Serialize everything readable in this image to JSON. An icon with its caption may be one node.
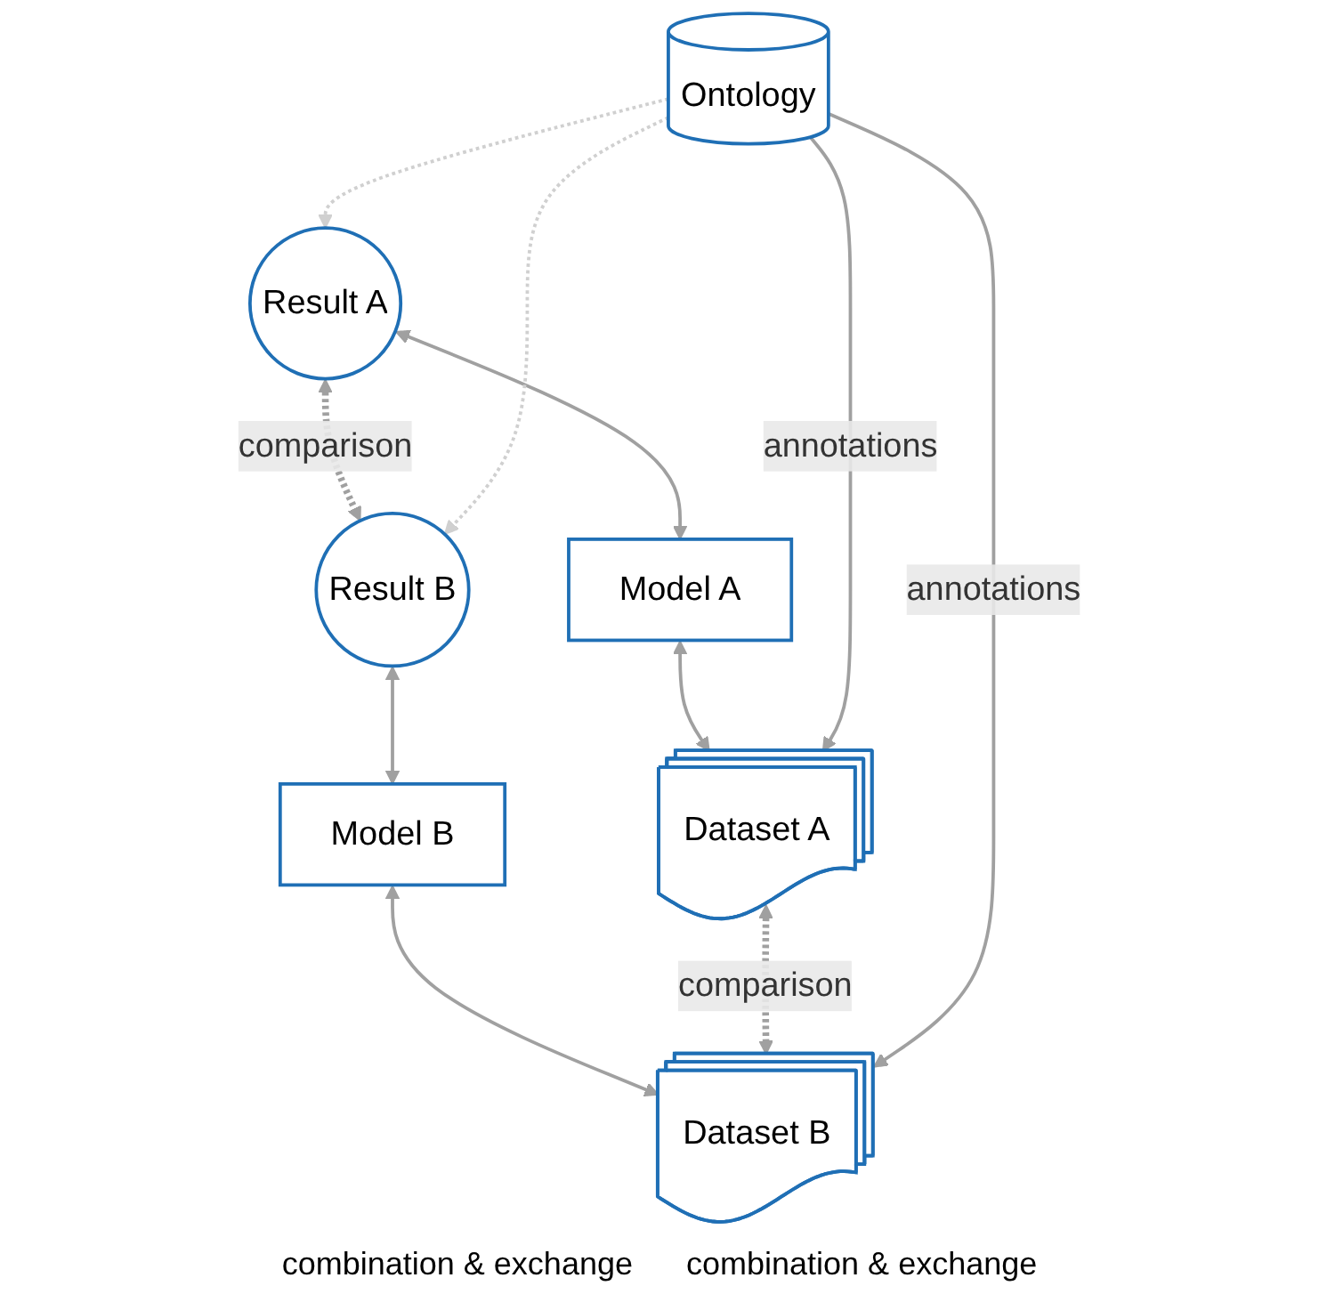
{
  "diagram": {
    "nodes": [
      {
        "text": [
          "Result A"
        ]
      },
      {
        "text": [
          "Result B"
        ]
      },
      {
        "text": [
          "Model A"
        ]
      },
      {
        "text": [
          "Model B"
        ]
      },
      {
        "text": [
          "Dataset A"
        ]
      },
      {
        "text": [
          "Dataset B"
        ]
      },
      {
        "text": [
          "Ontology"
        ]
      }
    ],
    "edges": [
      {
        "from": 0,
        "to": 1,
        "arrow": "both",
        "style": "dashed",
        "label": "comparison"
      },
      {
        "from": 0,
        "to": 2,
        "arrow": "both"
      },
      {
        "from": 1,
        "to": 3,
        "arrow": "both"
      },
      {
        "from": 2,
        "to": 4,
        "arrow": "both"
      },
      {
        "from": 3,
        "to": 5,
        "arrow": "both"
      },
      {
        "from": 4,
        "to": 5,
        "arrow": "both",
        "style": "dashed",
        "label": "comparison"
      },
      {
        "from": 6,
        "to": 4,
        "arrow": "to",
        "label": "annotations"
      },
      {
        "from": 6,
        "to": 5,
        "arrow": "to",
        "label": "annotations"
      },
      {
        "from": 6,
        "to": 0,
        "arrow": "to",
        "style": "dashed",
        "color": "#d0d0d0"
      },
      {
        "from": 6,
        "to": 1,
        "arrow": "to",
        "style": "dashed",
        "color": "#d0d0d0"
      }
    ],
    "labels": [
      "combination & exchange",
      "combination & exchange"
    ]
  }
}
